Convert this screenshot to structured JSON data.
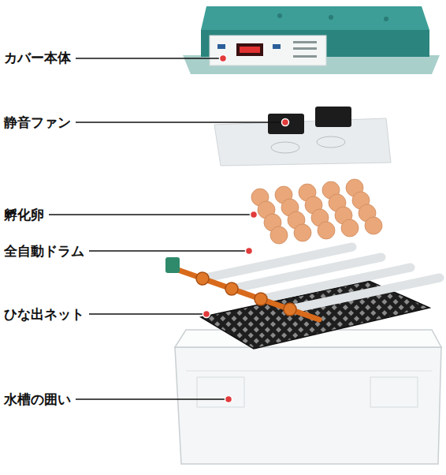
{
  "diagram": {
    "labels": [
      "カバー本体",
      "静音ファン",
      "孵化卵",
      "全自動ドラム",
      "ひな出ネット",
      "水槽の囲い"
    ]
  }
}
